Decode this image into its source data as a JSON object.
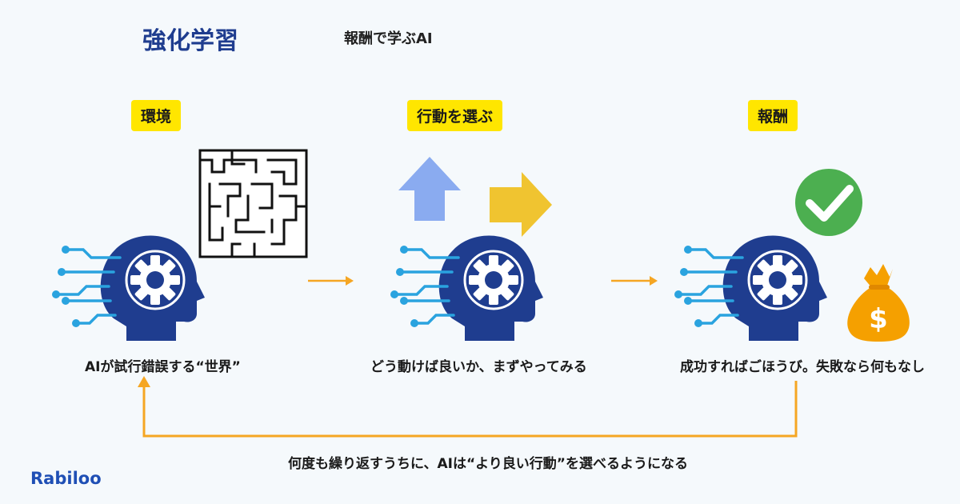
{
  "title": "強化学習",
  "subtitle": "報酬で学ぶAI",
  "steps": [
    {
      "label": "環境",
      "caption": "AIが試行錯誤する“世界”"
    },
    {
      "label": "行動を選ぶ",
      "caption": "どう動けば良いか、まずやってみる"
    },
    {
      "label": "報酬",
      "caption": "成功すればごほうび。失敗なら何もなし"
    }
  ],
  "loop_caption": "何度も繰り返すうちに、AIは“より良い行動”を選べるようになる",
  "money_symbol": "$",
  "logo": "Rabiloo",
  "colors": {
    "head": "#1f3d8f",
    "circuit": "#2aa3df",
    "flow_arrow": "#f5a623",
    "up_arrow": "#8aabf0",
    "right_arrow": "#f0c430",
    "check": "#4caf50",
    "money_bag": "#f5a000",
    "tag": "#ffe600"
  }
}
